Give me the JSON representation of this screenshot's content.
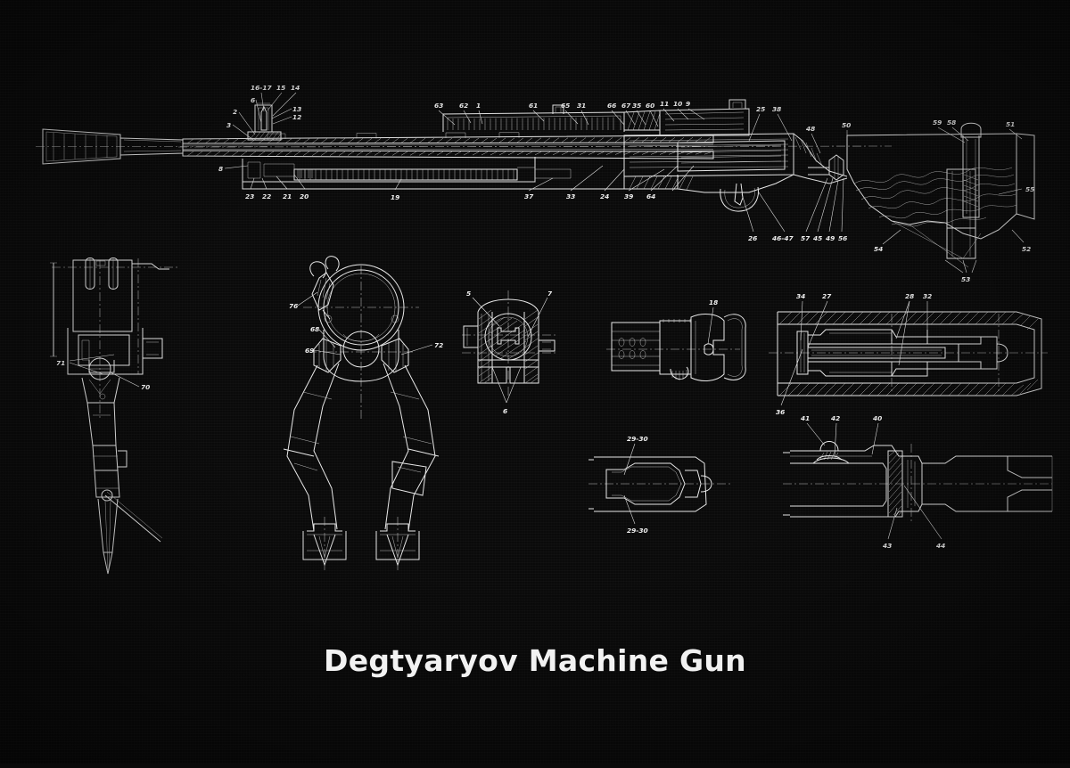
{
  "poster": {
    "title": "Degtyaryov Machine Gun",
    "background_color": "#0a0a0a",
    "line_color": "#e8e8e8",
    "title_color": "#f2f2f2",
    "style": "patent blueprint line drawing, white on black"
  },
  "figures": [
    {
      "id": "main-assembly",
      "name": "main-cutaway-assembly",
      "description": "Full-length sectioned side view of the machine gun: muzzle/flash hider, barrel, gas system, perforated barrel jacket, receiver with pan magazine mount, trigger group and wooden butt stock"
    },
    {
      "id": "detail-bipod-leg",
      "name": "bipod-leg-detail",
      "description": "Single bipod leg with mounting clamp and spade foot, front elevation"
    },
    {
      "id": "detail-bipod-assembly",
      "name": "bipod-assembly-detail",
      "description": "Complete bipod with barrel clamp ring and both splayed legs"
    },
    {
      "id": "detail-gas-block",
      "name": "gas-block-section-detail",
      "description": "Cross-section through the gas block / barrel mount"
    },
    {
      "id": "detail-bolt",
      "name": "bolt-carrier-detail",
      "description": "Bolt and locking flap assembly, side view"
    },
    {
      "id": "detail-receiver-section",
      "name": "receiver-longitudinal-section-detail",
      "description": "Longitudinal section through receiver showing firing pin and recoil components"
    },
    {
      "id": "detail-extractor",
      "name": "extractor-detail",
      "description": "Extractor / cartridge stop component outline"
    },
    {
      "id": "detail-gas-regulator",
      "name": "gas-regulator-detail",
      "description": "Gas cylinder and piston regulator section"
    }
  ],
  "callouts": {
    "main_top_left": [
      "16-17",
      "15",
      "14",
      "6",
      "13",
      "12",
      "2",
      "3"
    ],
    "main_mid_top": [
      "63",
      "62",
      "1",
      "61",
      "65",
      "31",
      "66",
      "67",
      "35",
      "60",
      "11",
      "10",
      "9"
    ],
    "main_right_top": [
      "25",
      "38",
      "48",
      "50",
      "59",
      "58",
      "51"
    ],
    "main_bottom_left": [
      "8",
      "23",
      "22",
      "21",
      "20",
      "19"
    ],
    "main_bottom_mid": [
      "37",
      "33",
      "24",
      "39",
      "64"
    ],
    "main_bottom_right": [
      "26",
      "46-47",
      "57",
      "45",
      "49",
      "56",
      "54",
      "53",
      "52",
      "55"
    ],
    "bipod_leg": [
      "71",
      "70"
    ],
    "bipod_assembly": [
      "76",
      "68",
      "69",
      "72"
    ],
    "gas_block": [
      "5",
      "7",
      "6"
    ],
    "bolt": [
      "18"
    ],
    "receiver_section": [
      "34",
      "27",
      "28",
      "32",
      "36"
    ],
    "extractor": [
      "29-30",
      "29-30"
    ],
    "gas_regulator": [
      "41",
      "42",
      "40",
      "43",
      "44"
    ]
  }
}
